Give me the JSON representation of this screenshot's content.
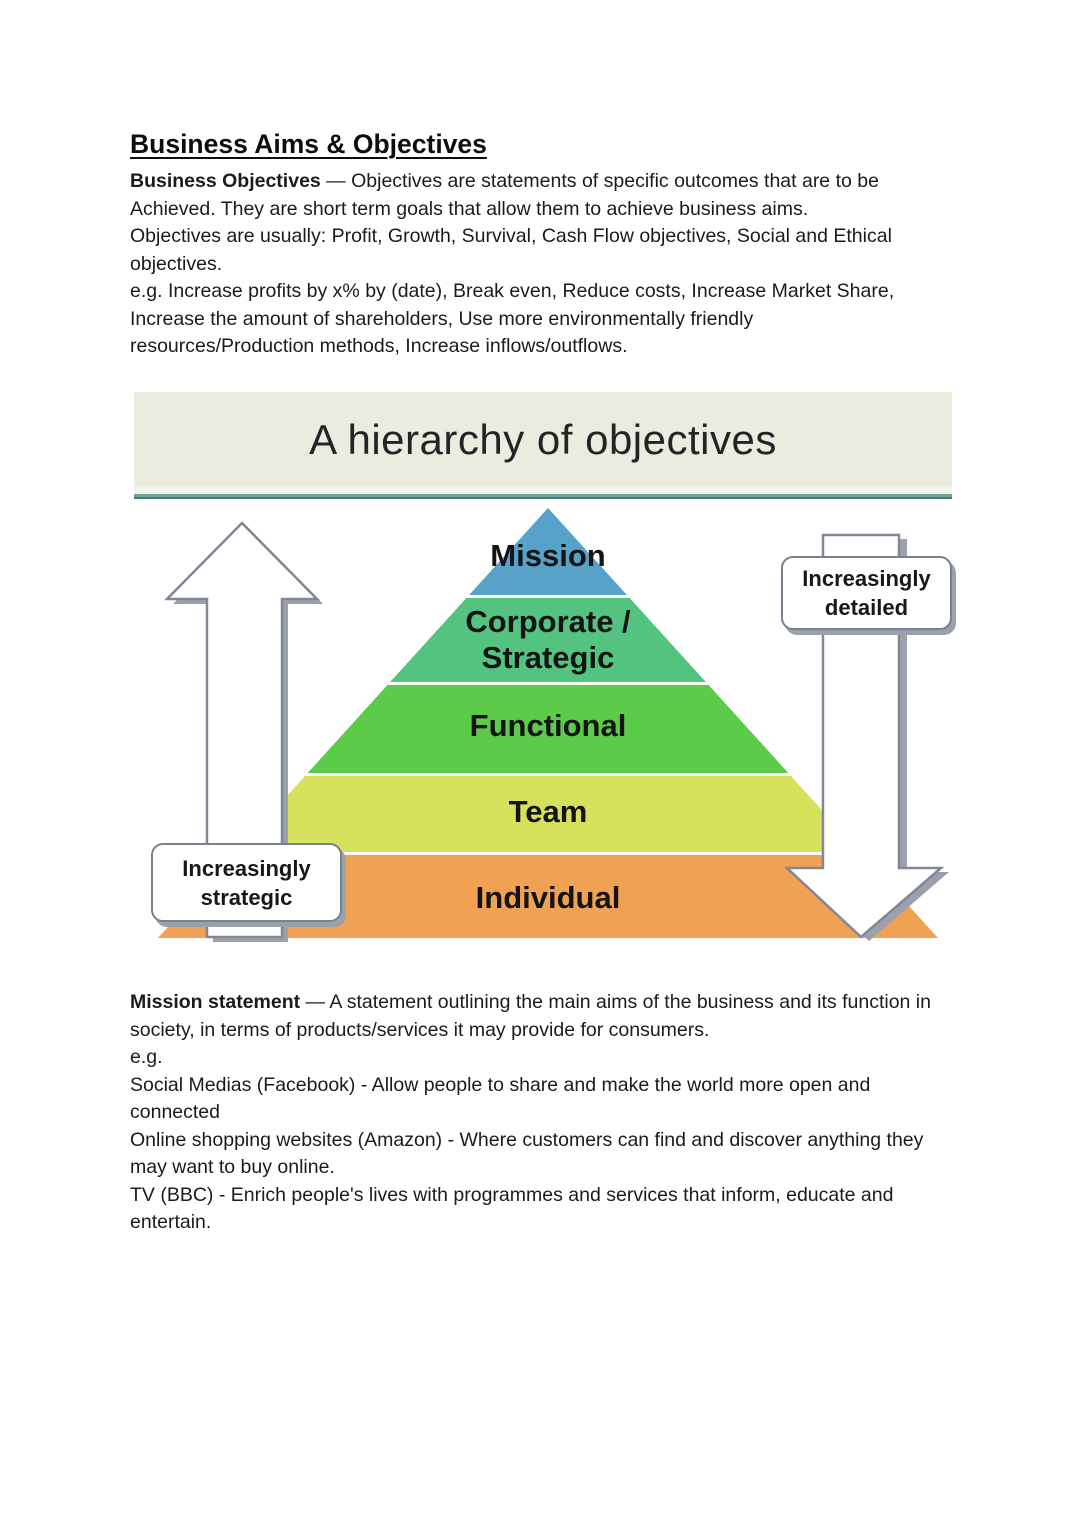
{
  "doc": {
    "title": "Business Aims & Objectives",
    "paragraph1": [
      {
        "b": "Business Objectives",
        "t": " — Objectives are statements of specific outcomes that are to be"
      },
      {
        "t": "Achieved. They are short term goals that allow them to achieve business aims."
      },
      {
        "t": "Objectives are usually: Profit, Growth, Survival, Cash Flow objectives, Social and Ethical"
      },
      {
        "t": "objectives."
      },
      {
        "t": "e.g. Increase profits by x% by (date), Break even, Reduce costs, Increase Market Share,"
      },
      {
        "t": "Increase the amount of shareholders, Use more environmentally friendly"
      },
      {
        "t": "resources/Production methods, Increase inflows/outflows."
      }
    ],
    "paragraph2": [
      {
        "b": "Mission statement",
        "t": " — A statement outlining the main aims of the business and its function in"
      },
      {
        "t": "society, in terms of products/services it may provide for consumers."
      },
      {
        "t": "e.g."
      },
      {
        "t": "Social Medias (Facebook) - Allow people to share and make the world more open and"
      },
      {
        "t": "connected"
      },
      {
        "t": "Online shopping websites (Amazon) - Where customers can find and discover anything they"
      },
      {
        "t": "may want to buy online."
      },
      {
        "t": "TV (BBC) - Enrich people's lives with programmes and services that inform, educate and"
      },
      {
        "t": "entertain."
      }
    ]
  },
  "diagram": {
    "title": "A hierarchy of objectives",
    "banner_bg": "#eaecdf",
    "divider_color": "#6ea19d",
    "pyramid": {
      "levels": [
        {
          "label_lines": [
            "Mission"
          ],
          "color": "#58a2c9"
        },
        {
          "label_lines": [
            "Corporate /",
            "Strategic"
          ],
          "color": "#53c37f"
        },
        {
          "label_lines": [
            "Functional"
          ],
          "color": "#5dcb4a"
        },
        {
          "label_lines": [
            "Team"
          ],
          "color": "#d6e15c"
        },
        {
          "label_lines": [
            "Individual"
          ],
          "color": "#f0a153"
        }
      ]
    },
    "left_callout": {
      "line1": "Increasingly",
      "line2": "strategic"
    },
    "right_callout": {
      "line1": "Increasingly",
      "line2": "detailed"
    },
    "icons": {
      "up_arrow": "up-arrow",
      "down_arrow": "down-arrow"
    },
    "arrow_fill": "#ffffff",
    "arrow_stroke": "#818794",
    "arrow_shadow": "#9aa1ab"
  }
}
